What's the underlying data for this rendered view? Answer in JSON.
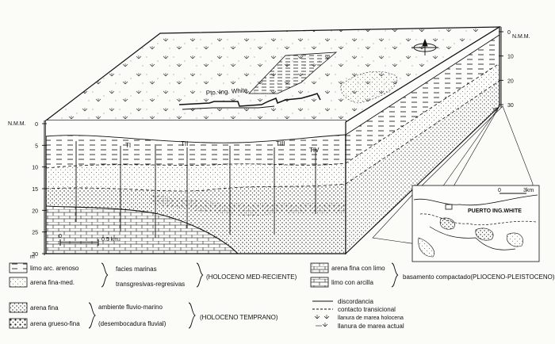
{
  "left_axis": {
    "title": "N.M.M.",
    "ticks": [
      "0",
      "5",
      "10",
      "15",
      "20",
      "25",
      "30"
    ],
    "unit": "m"
  },
  "right_axis": {
    "title": "N.M.M.",
    "ticks": [
      "0",
      "10",
      "20",
      "30"
    ],
    "unit": "m"
  },
  "top_label": "Pto. Ing. White",
  "wells": [
    "TI",
    "TII",
    "TIII",
    "TIV"
  ],
  "scale_bar": {
    "start": "0",
    "end": "0.5 km."
  },
  "inset": {
    "label": "PUERTO ING.WHITE",
    "scale_start": "0",
    "scale_end": "3km"
  },
  "legend": {
    "left_items": [
      {
        "text": "limo arc. arenoso",
        "pattern": "dashes"
      },
      {
        "text": "arena fina-med.",
        "pattern": "fine-dots"
      },
      {
        "text": "arena fina",
        "pattern": "dots"
      },
      {
        "text": "arena grueso-fina",
        "pattern": "coarse-dots"
      }
    ],
    "group1_desc_line1": "facies marinas",
    "group1_desc_line2": "transgresivas-regresivas",
    "group1_age": "(HOLOCENO MED-RECIENTE)",
    "group2_desc_line1": "ambiente fluvio-marino",
    "group2_desc_line2": "(desembocadura fluvial)",
    "group2_age": "(HOLOCENO TEMPRANO)",
    "right_items": [
      {
        "text": "arena fina con limo",
        "pattern": "brick-dots"
      },
      {
        "text": "limo con arcilla",
        "pattern": "brick"
      }
    ],
    "basement": "basamento compactado(PLIOCENO-PLEISTOCENO)",
    "line_items": [
      {
        "text": "discordancia",
        "style": "solid"
      },
      {
        "text": "contacto transicional",
        "style": "dashed"
      },
      {
        "text": "llanura de marea holocena",
        "style": "marsh"
      },
      {
        "text": "llanura de marea actual",
        "style": "marsh-dash"
      }
    ]
  }
}
